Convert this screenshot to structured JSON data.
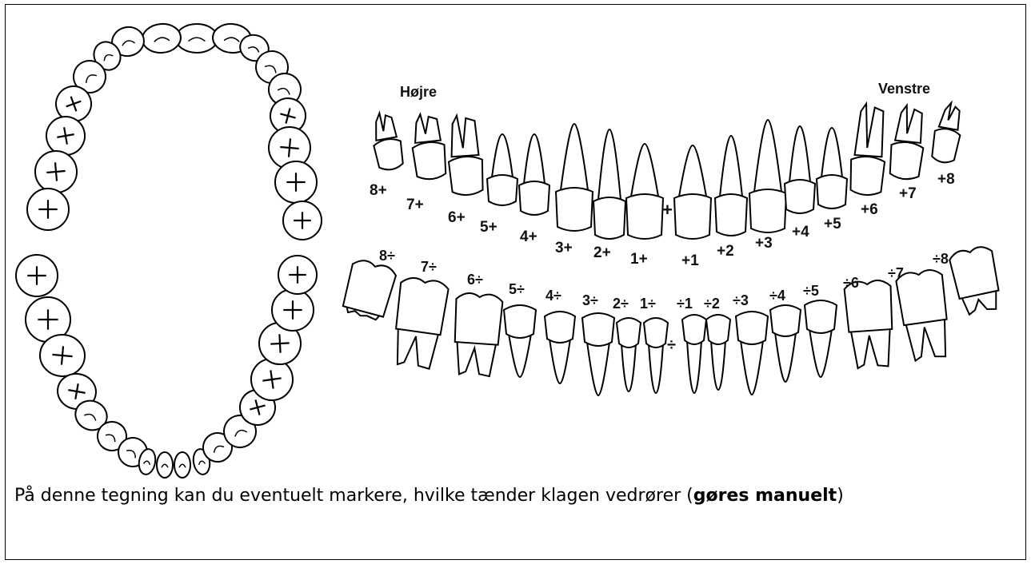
{
  "side_labels": {
    "right": "Højre",
    "left": "Venstre"
  },
  "upper_labels": [
    "8+",
    "7+",
    "6+",
    "5+",
    "4+",
    "3+",
    "2+",
    "1+",
    "+1",
    "+2",
    "+3",
    "+4",
    "+5",
    "+6",
    "+7",
    "+8"
  ],
  "lower_labels": [
    "8÷",
    "7÷",
    "6÷",
    "5÷",
    "4÷",
    "3÷",
    "2÷",
    "1÷",
    "÷1",
    "÷2",
    "÷3",
    "÷4",
    "÷5",
    "÷6",
    "÷7",
    "÷8"
  ],
  "midline": {
    "upper": "+",
    "lower": "÷"
  },
  "caption": {
    "text": "På denne tegning kan du eventuelt markere, hvilke tænder klagen vedrører (",
    "bold": "gøres manuelt",
    "end": ")"
  }
}
